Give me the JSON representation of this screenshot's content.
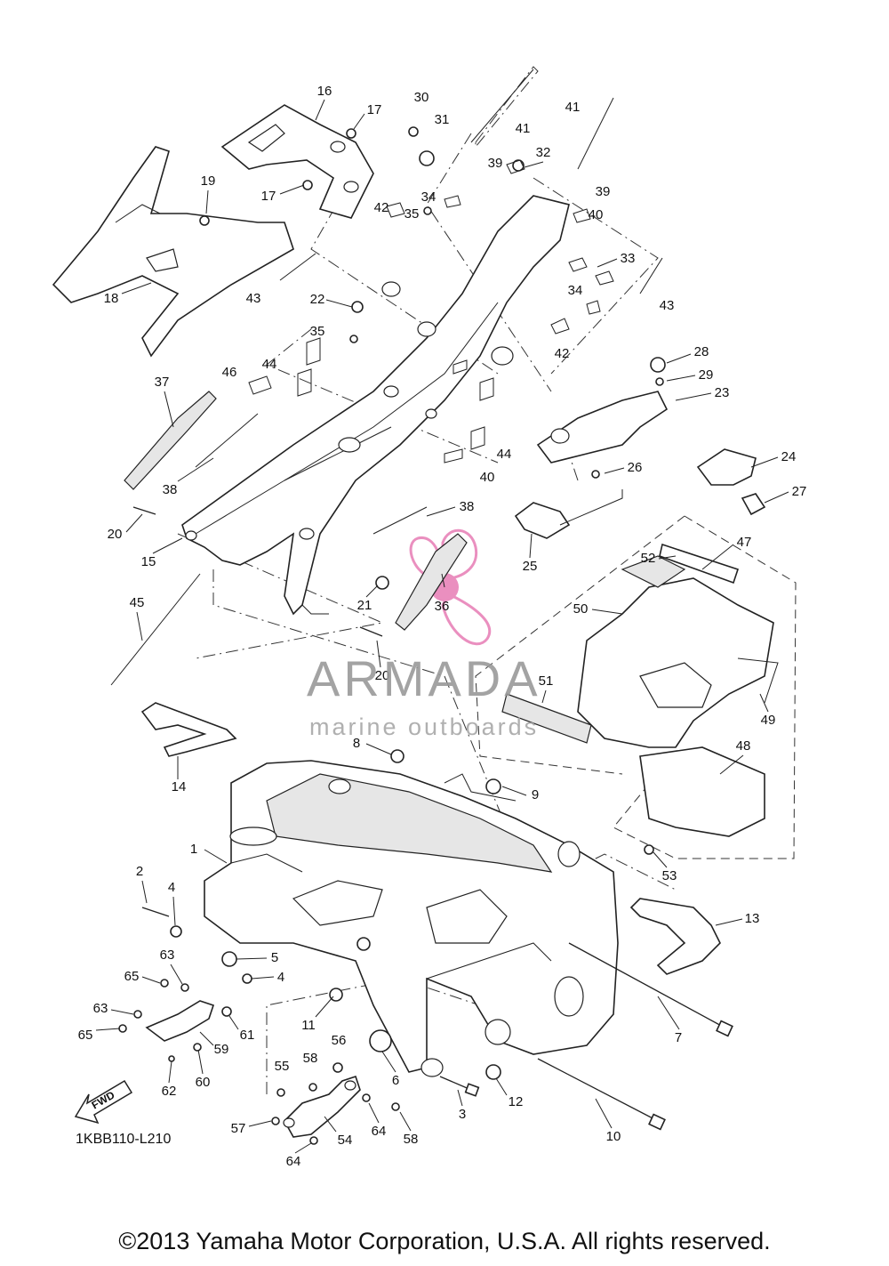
{
  "diagram_code": "1KBB110-L210",
  "copyright": "©2013 Yamaha Motor Corporation, U.S.A. All rights reserved.",
  "watermark": {
    "brand": "ARMADA",
    "subtitle": "marine outboards",
    "accent_color": "#d9358c"
  },
  "fwd_badge": "FWD",
  "part_numbers": [
    "1",
    "2",
    "3",
    "4",
    "4",
    "5",
    "6",
    "7",
    "8",
    "9",
    "10",
    "11",
    "12",
    "13",
    "14",
    "15",
    "16",
    "17",
    "17",
    "18",
    "19",
    "20",
    "20",
    "21",
    "22",
    "23",
    "24",
    "25",
    "26",
    "27",
    "28",
    "29",
    "30",
    "31",
    "32",
    "33",
    "34",
    "34",
    "35",
    "35",
    "36",
    "37",
    "38",
    "38",
    "39",
    "39",
    "40",
    "40",
    "41",
    "41",
    "42",
    "42",
    "43",
    "43",
    "44",
    "44",
    "45",
    "46",
    "47",
    "48",
    "49",
    "50",
    "51",
    "52",
    "53",
    "54",
    "55",
    "56",
    "57",
    "58",
    "58",
    "59",
    "60",
    "61",
    "62",
    "63",
    "63",
    "64",
    "64",
    "65",
    "65"
  ]
}
